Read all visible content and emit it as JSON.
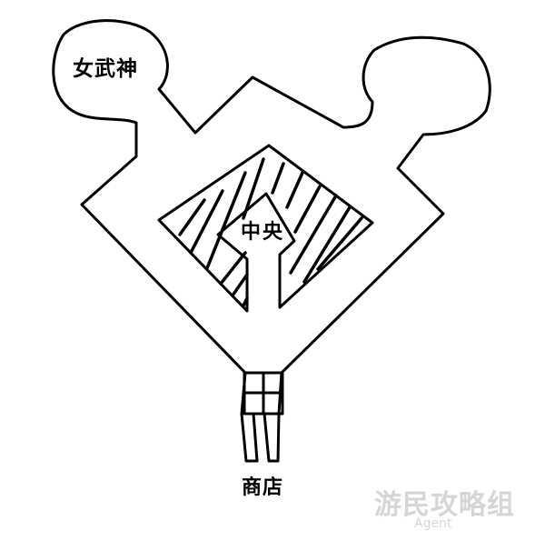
{
  "map": {
    "labels": {
      "goddess_room": "女武神",
      "center_room": "中央",
      "shop": "商店"
    },
    "watermark": {
      "main": "游民攻略组",
      "sub": "Agent"
    },
    "colors": {
      "line": "#000000",
      "background": "#ffffff",
      "watermark": "#d6d6d6"
    }
  }
}
